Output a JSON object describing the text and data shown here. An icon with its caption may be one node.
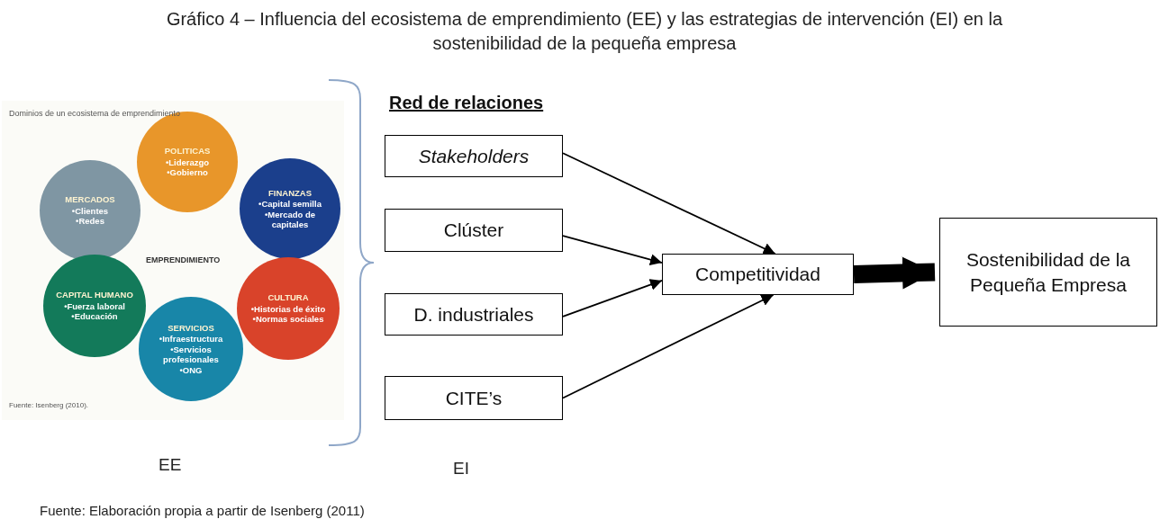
{
  "diagram": {
    "title": "Gráfico 4 – Influencia del ecosistema de emprendimiento (EE) y las estrategias de intervención (EI) en la sostenibilidad de la pequeña empresa",
    "caption": "Fuente: Elaboración propia a partir de Isenberg (2011)",
    "nodes": [
      {
        "text": [
          "POLITICAS",
          "•Liderazgo",
          "•Gobierno"
        ]
      },
      {
        "text": [
          "MERCADOS",
          "•Clientes",
          "•Redes"
        ]
      },
      {
        "text": [
          "FINANZAS",
          "•Capital semilla",
          "•Mercado de capitales"
        ]
      },
      {
        "text": [
          "CAPITAL HUMANO",
          "•Fuerza laboral",
          "•Educación"
        ]
      },
      {
        "text": [
          "CULTURA",
          "•Historias de éxito",
          "•Normas sociales"
        ]
      },
      {
        "text": [
          "SERVICIOS",
          "•Infraestructura",
          "•Servicios profesionales",
          "•ONG"
        ]
      },
      {
        "text": [
          "Stakeholders"
        ]
      },
      {
        "text": [
          "Clúster"
        ]
      },
      {
        "text": [
          "D. industriales"
        ]
      },
      {
        "text": [
          "CITE’s"
        ]
      },
      {
        "text": [
          "Competitividad"
        ]
      },
      {
        "text": [
          "Sostenibilidad de la Pequeña Empresa"
        ]
      }
    ],
    "edges": [
      {
        "from": 6,
        "to": 10,
        "arrow": "to"
      },
      {
        "from": 7,
        "to": 10,
        "arrow": "to"
      },
      {
        "from": 8,
        "to": 10,
        "arrow": "to"
      },
      {
        "from": 9,
        "to": 10,
        "arrow": "to"
      },
      {
        "from": 10,
        "to": 11,
        "arrow": "to",
        "style": "thick"
      }
    ],
    "labels": [
      "Dominios de un ecosistema de emprendimiento",
      "EMPRENDIMIENTO",
      "Fuente: Isenberg (2010).",
      "Red de relaciones",
      "EE",
      "EI"
    ]
  }
}
